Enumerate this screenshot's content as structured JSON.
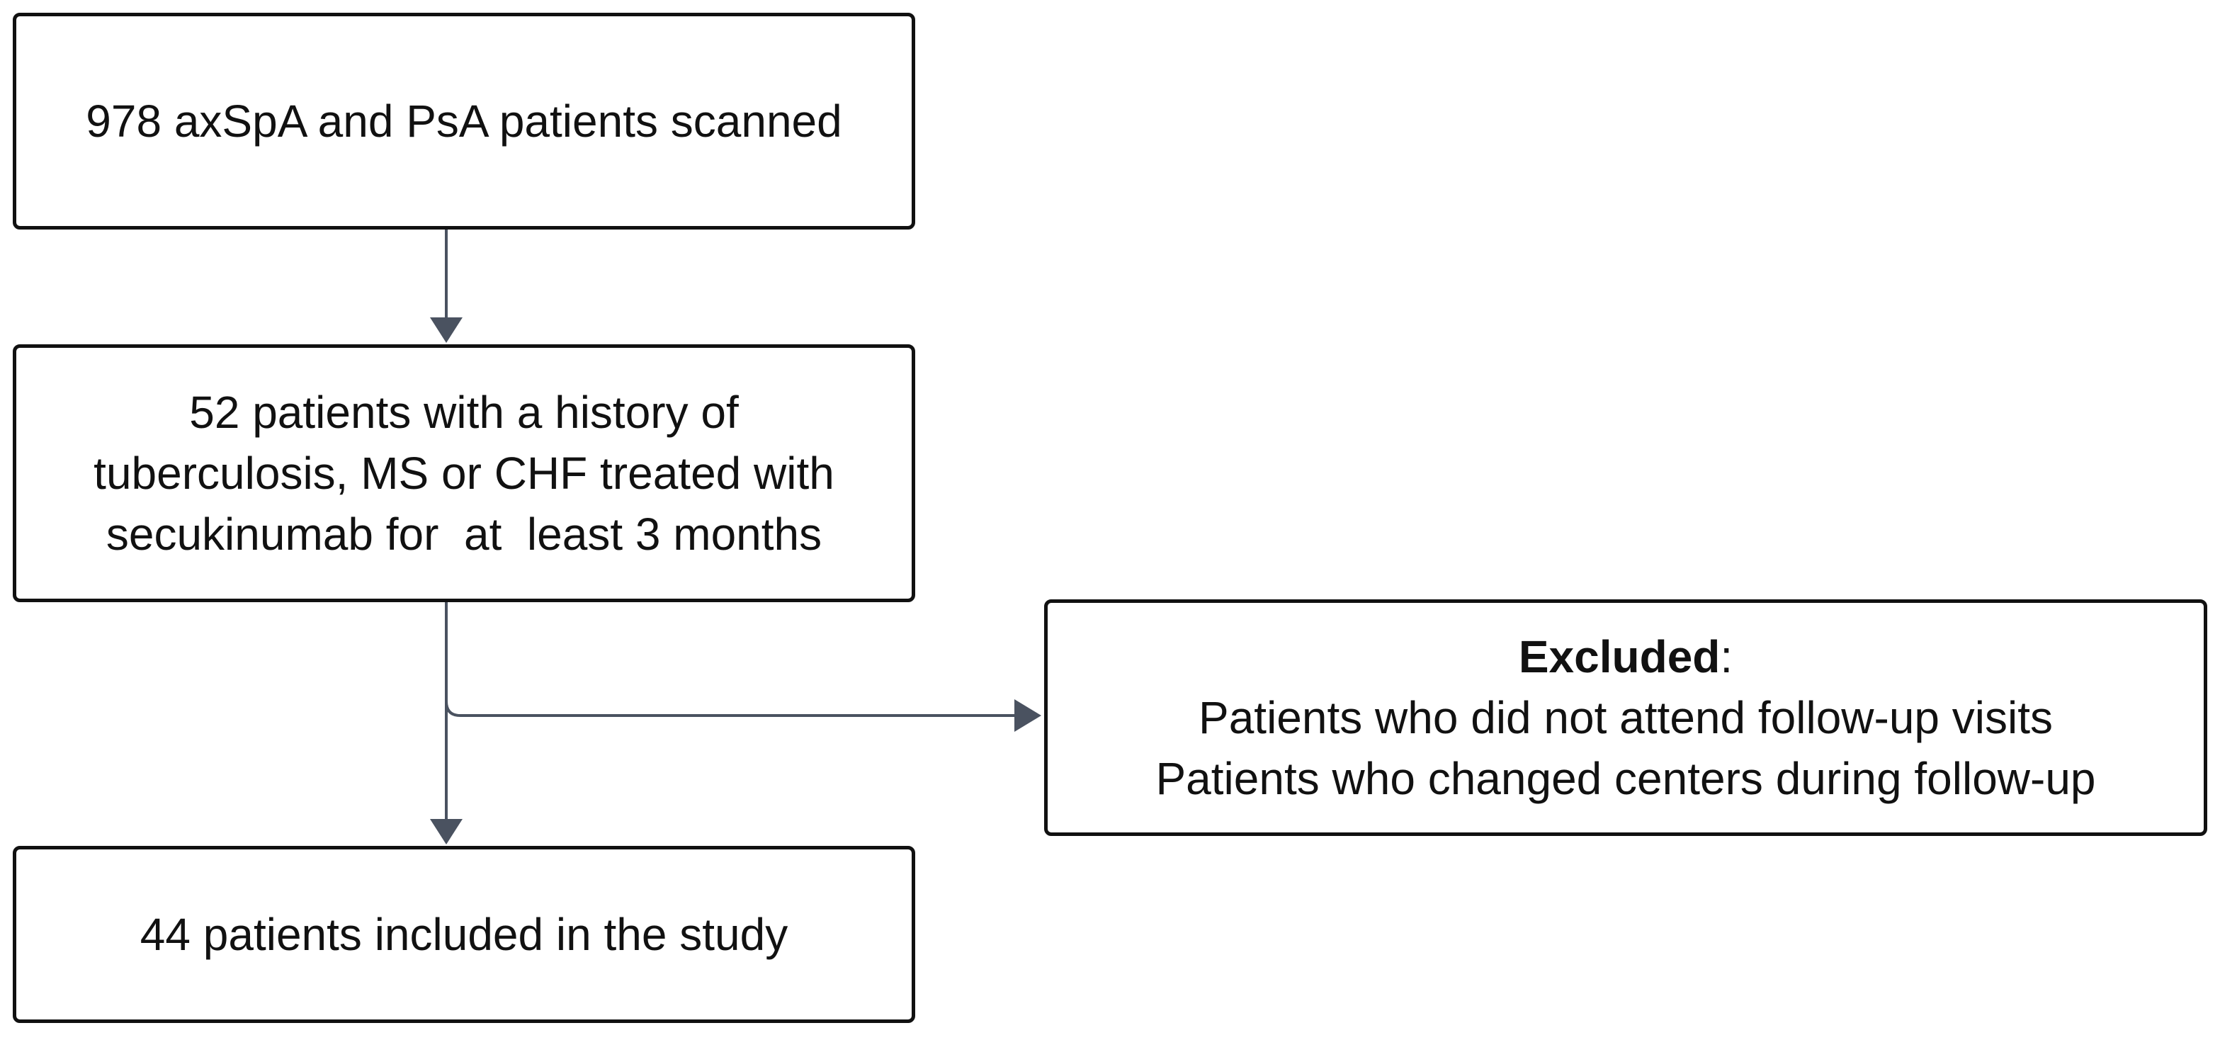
{
  "diagram": {
    "boxes": {
      "scanned": {
        "lines": [
          "978 axSpA and PsA patients scanned"
        ]
      },
      "history": {
        "lines": [
          "52 patients with a history of",
          "tuberculosis, MS or CHF treated with",
          "secukinumab for  at  least 3 months"
        ]
      },
      "excluded": {
        "heading": "Excluded",
        "heading_suffix": ":",
        "lines": [
          "Patients who did not attend follow-up visits",
          "Patients who changed centers during follow-up"
        ]
      },
      "included": {
        "lines": [
          "44 patients included in the study"
        ]
      }
    },
    "colors": {
      "border": "#111111",
      "connector": "#4a5260",
      "text": "#111111"
    }
  }
}
